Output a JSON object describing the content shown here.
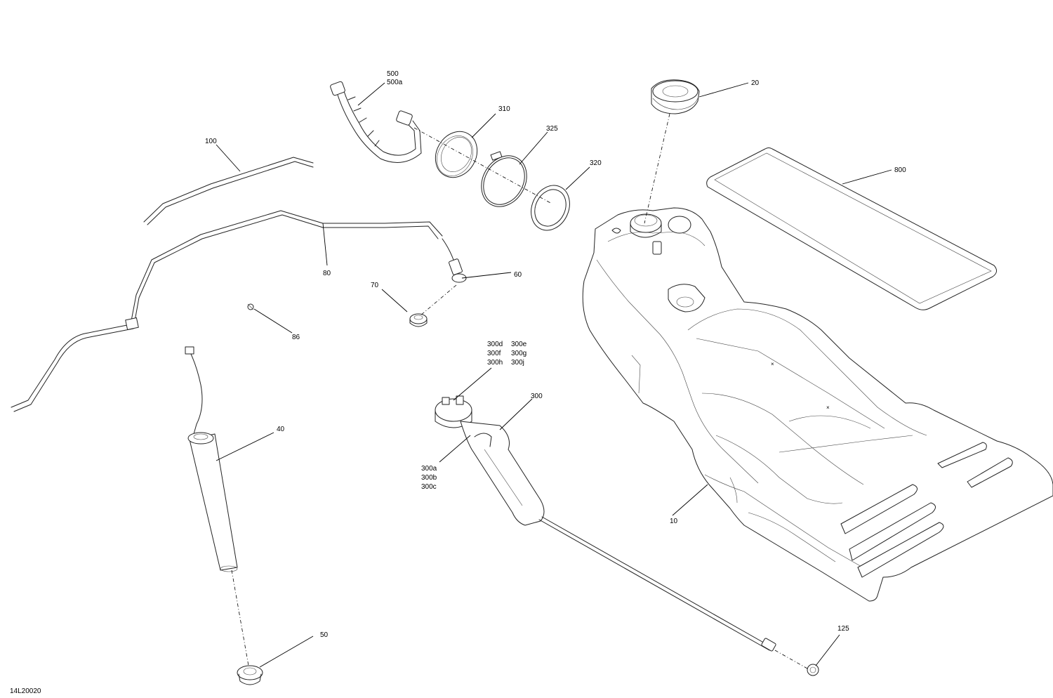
{
  "drawing_code": "14L20020",
  "callouts": {
    "c10": "10",
    "c20": "20",
    "c40": "40",
    "c50": "50",
    "c60": "60",
    "c70": "70",
    "c80": "80",
    "c86": "86",
    "c100": "100",
    "c125": "125",
    "c300": "300",
    "c300d": "300d",
    "c300e": "300e",
    "c300f": "300f",
    "c300g": "300g",
    "c300h": "300h",
    "c300j": "300j",
    "c300a": "300a",
    "c300b": "300b",
    "c300c": "300c",
    "c310": "310",
    "c320": "320",
    "c325": "325",
    "c500": "500",
    "c500a": "500a",
    "c800": "800"
  }
}
